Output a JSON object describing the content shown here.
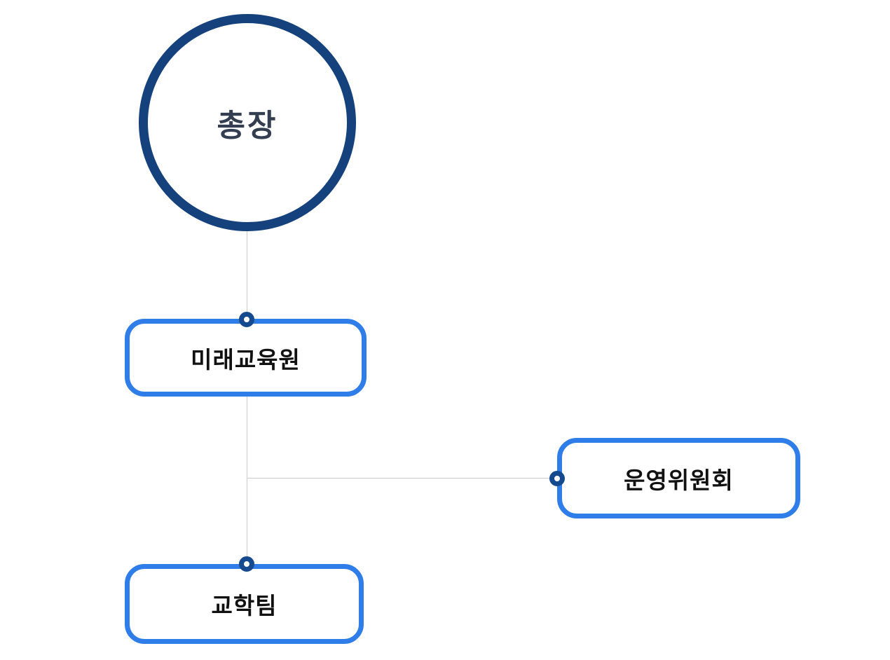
{
  "diagram": {
    "type": "org-chart",
    "nodes": [
      {
        "id": "chancellor",
        "label": "총장",
        "shape": "circle",
        "level": 0
      },
      {
        "id": "future-education-institute",
        "label": "미래교육원",
        "shape": "rounded-rect",
        "level": 1
      },
      {
        "id": "steering-committee",
        "label": "운영위원회",
        "shape": "rounded-rect",
        "level": 2
      },
      {
        "id": "academic-affairs-team",
        "label": "교학팀",
        "shape": "rounded-rect",
        "level": 2
      }
    ],
    "edges": [
      {
        "from": "chancellor",
        "to": "future-education-institute"
      },
      {
        "from": "future-education-institute",
        "to": "steering-committee"
      },
      {
        "from": "future-education-institute",
        "to": "academic-affairs-team"
      }
    ],
    "colors": {
      "circle_border": "#15417d",
      "circle_text": "#333f50",
      "box_border": "#2f7de9",
      "box_text": "#111111",
      "line_color": "#cccccc",
      "dot_color": "#164a8e",
      "background": "#ffffff"
    }
  }
}
